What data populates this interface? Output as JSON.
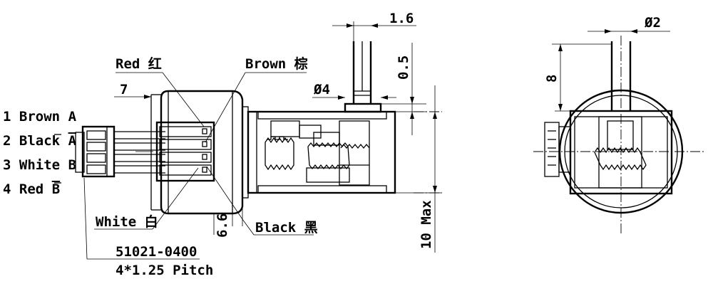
{
  "pin_list": [
    {
      "num": "1",
      "color": "Brown",
      "signal": "A"
    },
    {
      "num": "2",
      "color": "Black",
      "signal": "A",
      "signal_overline": true
    },
    {
      "num": "3",
      "color": "White",
      "signal": "B"
    },
    {
      "num": "4",
      "color": "Red",
      "signal": "B",
      "signal_overline": true
    }
  ],
  "callouts": {
    "red": "Red 红",
    "brown": "Brown 棕",
    "white": "White 白",
    "black": "Black 黑"
  },
  "connector": {
    "part_number": "51021-0400",
    "pitch": "4*1.25 Pitch"
  },
  "dimensions": {
    "lead_length": "7",
    "shaft_offset": "1.6",
    "shaft_step": "0.5",
    "hub_diameter": "Ø4",
    "housing_thickness": "6.6",
    "max_height": "10 Max",
    "shaft_length": "8",
    "shaft_diameter": "Ø2"
  }
}
